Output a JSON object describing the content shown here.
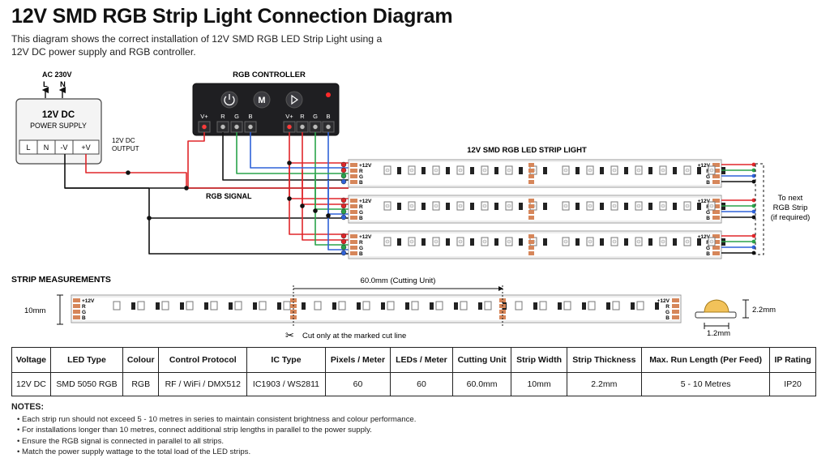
{
  "title": "12V SMD RGB Strip Light Connection Diagram",
  "subtitle": "This diagram shows the correct installation of 12V SMD RGB LED Strip Light using a 12V DC power supply and RGB controller.",
  "mains": {
    "label": "AC 230V",
    "l": "L",
    "n": "N"
  },
  "psu": {
    "title": "12V DC",
    "subtitle": "POWER SUPPLY",
    "terminals": [
      "L",
      "N",
      "-V",
      "+V"
    ],
    "output_label": "12V DC OUTPUT"
  },
  "controller": {
    "title": "RGB CONTROLLER",
    "buttons": [
      "power-button",
      "mode-button",
      "play-button"
    ],
    "mode_label": "M",
    "input_terminals": [
      "V+",
      "R",
      "G",
      "B"
    ],
    "output_terminals": [
      "V+",
      "R",
      "G",
      "B"
    ]
  },
  "rgb_signal_label": "RGB SIGNAL",
  "strip": {
    "title": "12V SMD RGB LED STRIP LIGHT",
    "pin_labels": [
      "+12V",
      "R",
      "G",
      "B"
    ],
    "count": 3,
    "next_label": "To next RGB Strip (if required)"
  },
  "wire_colors": {
    "v": "#e0262a",
    "r": "#e0262a",
    "g": "#2aa34a",
    "b": "#2f62d8",
    "gnd": "#111111"
  },
  "measurements": {
    "title": "STRIP MEASUREMENTS",
    "width_label": "10mm",
    "cutting_unit_label": "60.0mm (Cutting Unit)",
    "cut_note": "Cut only at the marked cut line",
    "thickness_label": "2.2mm",
    "led_width_label": "1.2mm"
  },
  "spec_table": {
    "headers": [
      "Voltage",
      "LED Type",
      "Colour",
      "Control Protocol",
      "IC Type",
      "Pixels / Meter",
      "LEDs / Meter",
      "Cutting Unit",
      "Strip Width",
      "Strip Thickness",
      "Max. Run Length (Per Feed)",
      "IP Rating"
    ],
    "values": [
      "12V DC",
      "SMD 5050 RGB",
      "RGB",
      "RF / WiFi / DMX512",
      "IC1903 / WS2811",
      "60",
      "60",
      "60.0mm",
      "10mm",
      "2.2mm",
      "5 - 10 Metres",
      "IP20"
    ]
  },
  "notes": {
    "heading": "NOTES:",
    "items": [
      "Each strip run should not exceed 5 - 10 metres in series to maintain consistent brightness and colour performance.",
      "For installations longer than 10 metres, connect additional strip lengths in parallel to the power supply.",
      "Ensure the RGB signal is connected in parallel to all strips.",
      "Match the power supply wattage to the total load of the LED strips."
    ]
  }
}
